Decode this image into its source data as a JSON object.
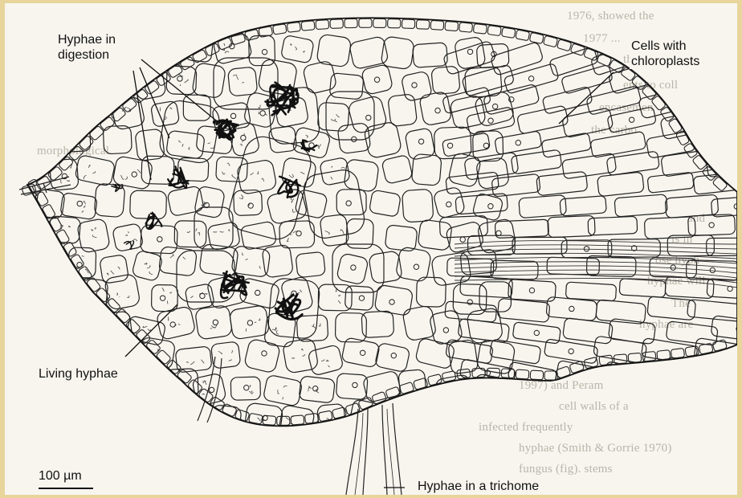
{
  "figure": {
    "labels": {
      "hyphae_in_digestion": [
        "Hyphae in",
        "digestion"
      ],
      "cells_with_chloroplasts": [
        "Cells with",
        "chloroplasts"
      ],
      "living_hyphae": "Living hyphae",
      "hyphae_in_trichome": "Hyphae in a trichome"
    },
    "scale_bar": "100 µm"
  },
  "bleed_text": {
    "lines": [
      "1976, showed the",
      "1977 ...",
      "the com",
      "ents to coll",
      "encasemen",
      "the carbo",
      "morphological",
      "and",
      "is in",
      "ose hyph",
      "hyphae will",
      "The",
      "hyphae are",
      "1997) and Peram",
      "cell walls of a",
      "infected frequently",
      "hyphae (Smith & Gorrie 1970)",
      "fungus (fig). stems"
    ]
  }
}
